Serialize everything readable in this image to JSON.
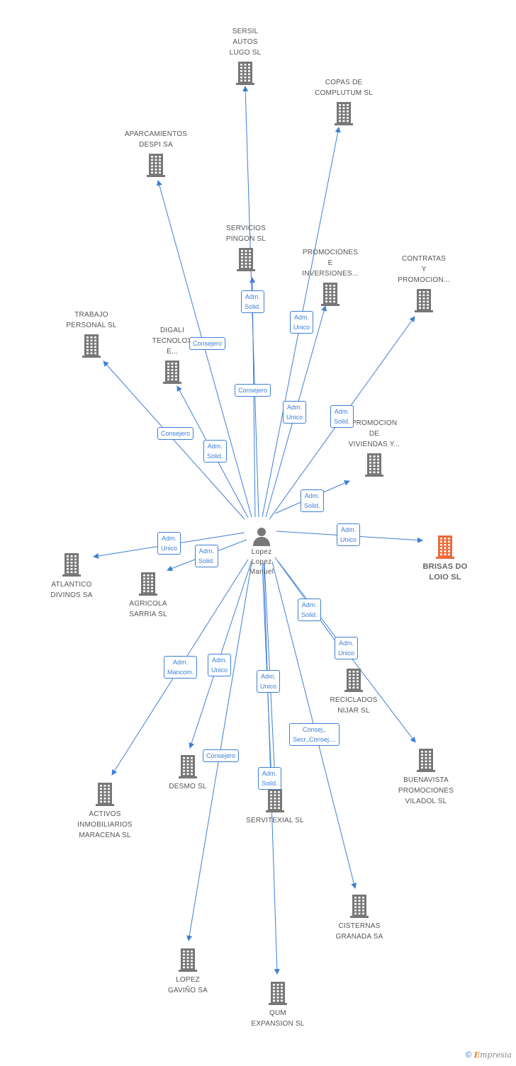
{
  "colors": {
    "edge": "#3d7fd6",
    "company": "#777777",
    "focus": "#ef6a3a",
    "person": "#777777"
  },
  "center": {
    "name": "Lopez\nLopez\nManuel"
  },
  "nodes": [
    {
      "id": "sersil",
      "label": "SERSIL\nAUTOS\nLUGO SL"
    },
    {
      "id": "copas",
      "label": "COPAS DE\nCOMPLUTUM SL"
    },
    {
      "id": "aparcamientos",
      "label": "APARCAMIENTOS\nDESPI SA"
    },
    {
      "id": "servicios",
      "label": "SERVICIOS\nPINGON SL"
    },
    {
      "id": "promociones_inv",
      "label": "PROMOCIONES\nE\nINVERSIONES..."
    },
    {
      "id": "contratas",
      "label": "CONTRATAS\nY\nPROMOCION..."
    },
    {
      "id": "trabajo",
      "label": "TRABAJO\nPERSONAL SL"
    },
    {
      "id": "digali",
      "label": "DIGALI\nTECNOLOX\nE..."
    },
    {
      "id": "promocion_viv",
      "label": "PROMOCION\nDE\nVIVIENDAS Y..."
    },
    {
      "id": "brisas",
      "label": "BRISAS DO\nLOIO SL",
      "focus": true
    },
    {
      "id": "atlantico",
      "label": "ATLANTICO\nDIVINOS SA"
    },
    {
      "id": "agricola",
      "label": "AGRICOLA\nSARRIA SL"
    },
    {
      "id": "reciclados",
      "label": "RECICLADOS\nNIJAR SL"
    },
    {
      "id": "buenavista",
      "label": "BUENAVISTA\nPROMOCIONES\nVILADOL SL"
    },
    {
      "id": "activos",
      "label": "ACTIVOS\nINMOBILIARIOS\nMARACENA SL"
    },
    {
      "id": "desmo",
      "label": "DESMO SL"
    },
    {
      "id": "servitexial",
      "label": "SERVITEXIAL SL"
    },
    {
      "id": "cisternas",
      "label": "CISTERNAS\nGRANADA SA"
    },
    {
      "id": "lopez_gavino",
      "label": "LOPEZ\nGAVIÑO SA"
    },
    {
      "id": "qum",
      "label": "QUM\nEXPANSION SL"
    }
  ],
  "relations": [
    {
      "to": "sersil",
      "label": "Adm.\nSolid."
    },
    {
      "to": "copas",
      "label": "Adm.\nUnico"
    },
    {
      "to": "aparcamientos",
      "label": "Consejero"
    },
    {
      "to": "servicios",
      "label": "Consejero"
    },
    {
      "to": "promociones_inv",
      "label": "Adm.\nUnico"
    },
    {
      "to": "contratas",
      "label": "Adm.\nSolid."
    },
    {
      "to": "trabajo",
      "label": "Consejero"
    },
    {
      "to": "digali",
      "label": "Adm.\nSolid."
    },
    {
      "to": "promocion_viv",
      "label": "Adm.\nSolid."
    },
    {
      "to": "brisas",
      "label": "Adm.\nUnico"
    },
    {
      "to": "atlantico",
      "label": "Adm.\nUnico"
    },
    {
      "to": "agricola",
      "label": "Adm.\nSolid."
    },
    {
      "to": "reciclados",
      "label": "Adm.\nSolid."
    },
    {
      "to": "buenavista",
      "label": "Adm.\nUnico"
    },
    {
      "to": "activos",
      "label": "Adm.\nMancom."
    },
    {
      "to": "desmo",
      "label": "Adm.\nUnico"
    },
    {
      "to": "servitexial",
      "label": "Adm.\nUnico"
    },
    {
      "to": "servitexial",
      "label": "Adm.\nSolid."
    },
    {
      "to": "cisternas",
      "label": "Consej.,\nSecr.,Consej...."
    },
    {
      "to": "lopez_gavino",
      "label": "Consejero"
    },
    {
      "to": "qum",
      "label": ""
    }
  ],
  "copyright": {
    "symbol": "©",
    "brand_first": "E",
    "brand_rest": "mpresia"
  }
}
